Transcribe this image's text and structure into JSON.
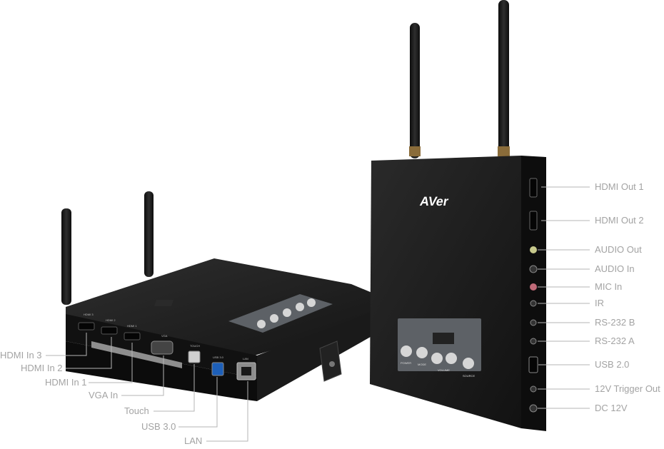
{
  "brand": {
    "logo_text": "AVer"
  },
  "left_device": {
    "port_labels": [
      "HDMI In 3",
      "HDMI In 2",
      "HDMI In 1",
      "VGA In",
      "Touch",
      "USB 3.0",
      "LAN"
    ],
    "panel_captions": [
      "HDMI 3",
      "HDMI 2",
      "HDMI 1",
      "VGA",
      "TOUCH",
      "USB 3.0",
      "LAN"
    ]
  },
  "right_device": {
    "port_labels": [
      "HDMI Out 1",
      "HDMI Out 2",
      "AUDIO Out",
      "AUDIO In",
      "MIC In",
      "IR",
      "RS-232 B",
      "RS-232 A",
      "USB 2.0",
      "12V Trigger Out",
      "DC 12V"
    ],
    "control_captions": [
      "POWER",
      "MODE",
      "VOLUME",
      "SOURCE"
    ]
  },
  "colors": {
    "device_body": "#1c1c1c",
    "label_text": "#a3a3a3",
    "leader_line": "#b5b5b5",
    "panel": "#5d6166"
  }
}
